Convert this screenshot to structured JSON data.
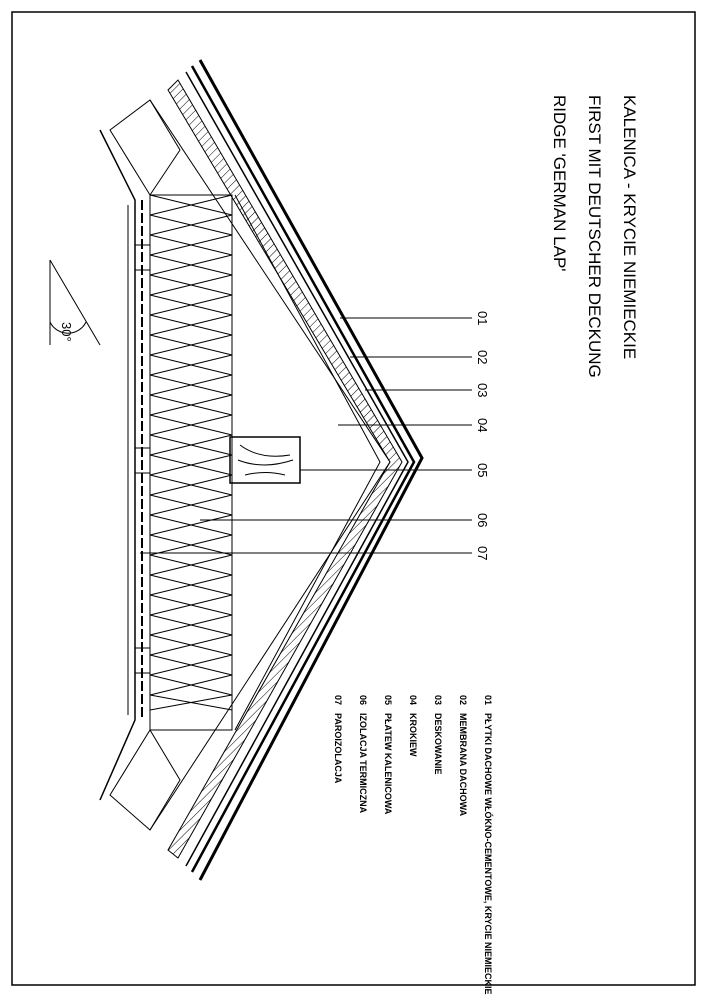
{
  "title": {
    "line1": "KALENICA -  KRYCIE NIEMIECKIE",
    "line2": "FIRST MIT DEUTSCHER DECKUNG",
    "line3": "RIDGE 'GERMAN LAP'"
  },
  "angle_label": "30°",
  "callouts": [
    "01",
    "02",
    "03",
    "04",
    "05",
    "06",
    "07"
  ],
  "legend": [
    {
      "num": "01",
      "text": "PŁYTKI DACHOWE WŁÓKNO-CEMENTOWE, KRYCIE NIEMIECKIE"
    },
    {
      "num": "02",
      "text": "MEMBRANA DACHOWA"
    },
    {
      "num": "03",
      "text": "DESKOWANIE"
    },
    {
      "num": "04",
      "text": "KROKIEW"
    },
    {
      "num": "05",
      "text": "PŁATEW KALENICOWA"
    },
    {
      "num": "06",
      "text": "IZOLACJA TERMICZNA"
    },
    {
      "num": "07",
      "text": "PAROIZOLACJA"
    }
  ]
}
